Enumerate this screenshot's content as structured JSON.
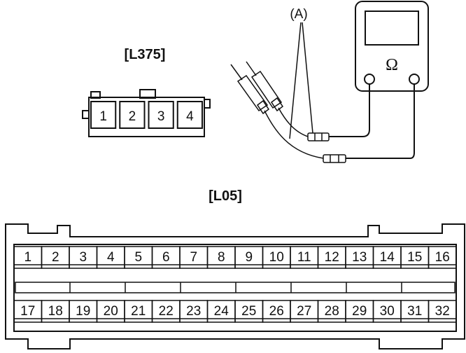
{
  "labels": {
    "l375": "[L375]",
    "l05": "[L05]",
    "probe_callout": "(A)",
    "meter_symbol": "Ω"
  },
  "connector_l375": {
    "pins": [
      "1",
      "2",
      "3",
      "4"
    ]
  },
  "connector_l05": {
    "top_row": [
      "1",
      "2",
      "3",
      "4",
      "5",
      "6",
      "7",
      "8",
      "9",
      "10",
      "11",
      "12",
      "13",
      "14",
      "15",
      "16"
    ],
    "bottom_row": [
      "17",
      "18",
      "19",
      "20",
      "21",
      "22",
      "23",
      "24",
      "25",
      "26",
      "27",
      "28",
      "29",
      "30",
      "31",
      "32"
    ]
  },
  "colors": {
    "line": "#111111",
    "background": "#ffffff"
  }
}
